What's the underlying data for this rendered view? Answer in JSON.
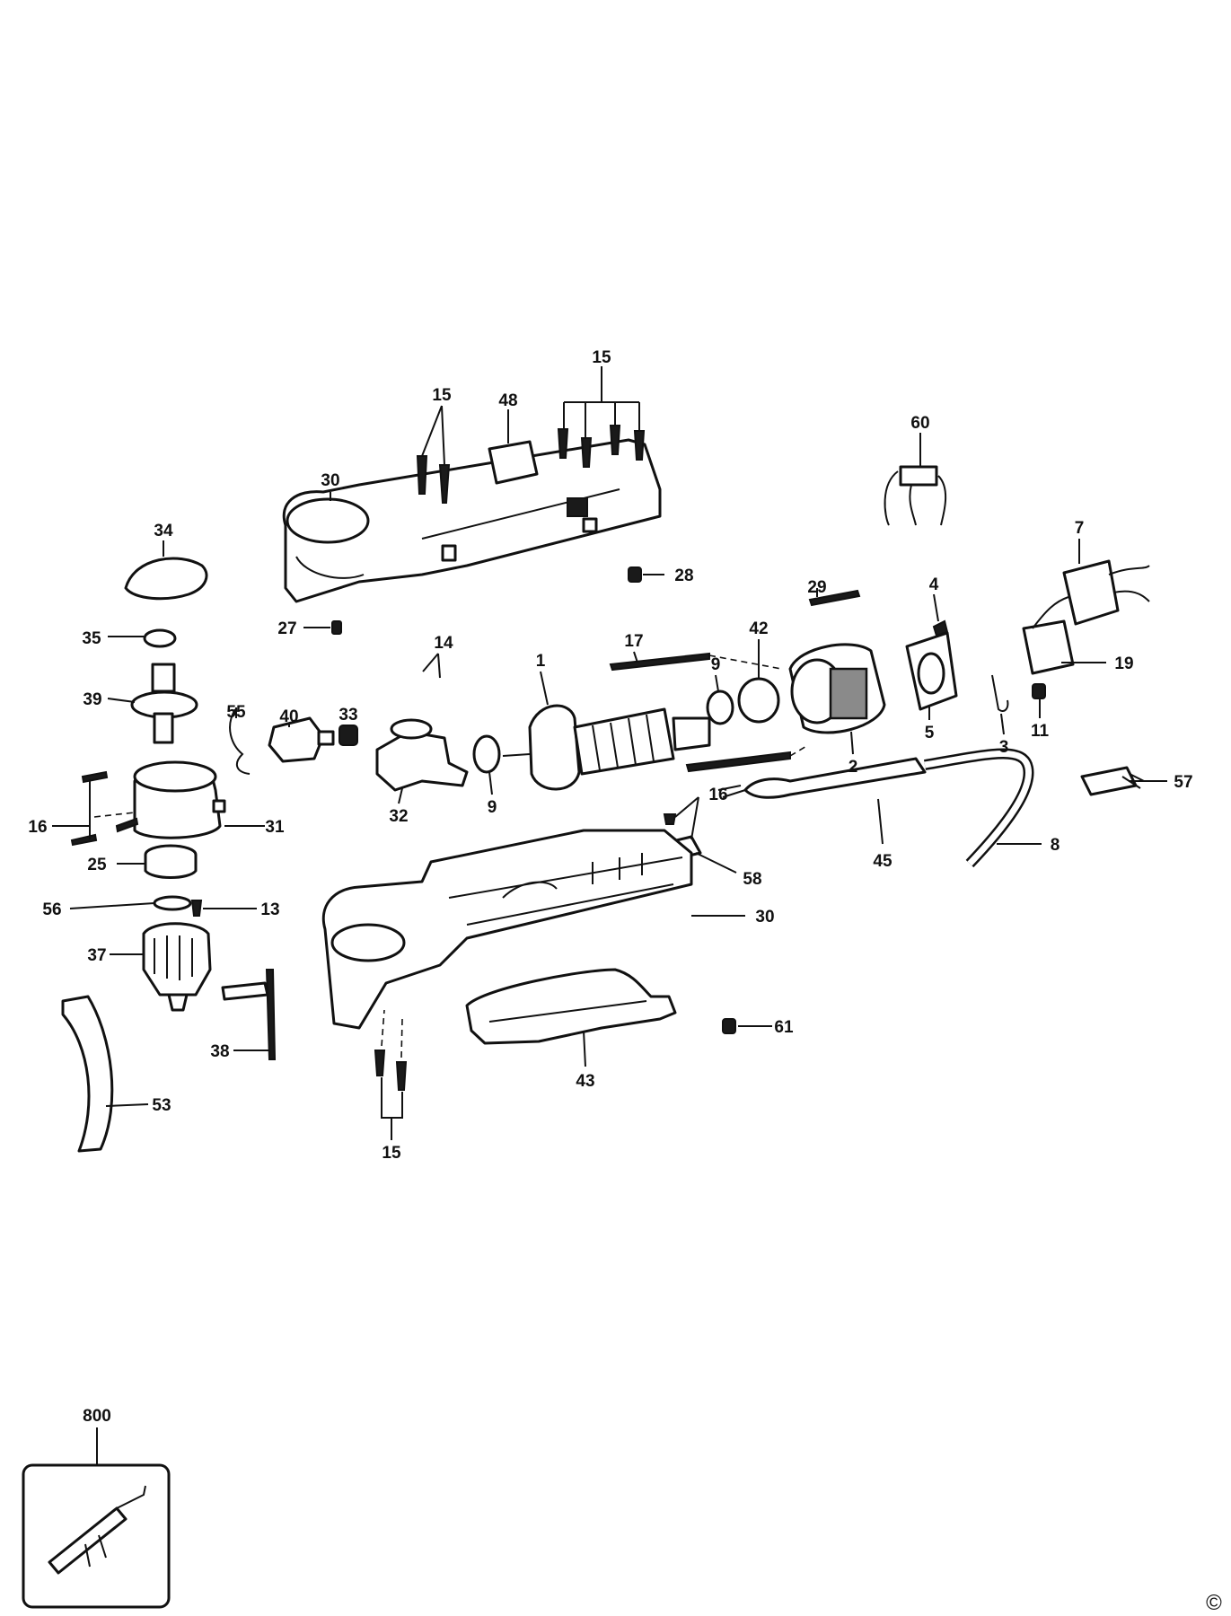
{
  "diagram": {
    "callouts": [
      {
        "id": "c15-top-right",
        "text": "15"
      },
      {
        "id": "c15-top-left",
        "text": "15"
      },
      {
        "id": "c48",
        "text": "48"
      },
      {
        "id": "c60",
        "text": "60"
      },
      {
        "id": "c30-top",
        "text": "30"
      },
      {
        "id": "c34",
        "text": "34"
      },
      {
        "id": "c7",
        "text": "7"
      },
      {
        "id": "c28",
        "text": "28"
      },
      {
        "id": "c29",
        "text": "29"
      },
      {
        "id": "c4",
        "text": "4"
      },
      {
        "id": "c27",
        "text": "27"
      },
      {
        "id": "c35",
        "text": "35"
      },
      {
        "id": "c14",
        "text": "14"
      },
      {
        "id": "c17",
        "text": "17"
      },
      {
        "id": "c42",
        "text": "42"
      },
      {
        "id": "c19",
        "text": "19"
      },
      {
        "id": "c1",
        "text": "1"
      },
      {
        "id": "c9-right",
        "text": "9"
      },
      {
        "id": "c39",
        "text": "39"
      },
      {
        "id": "c55",
        "text": "55"
      },
      {
        "id": "c40",
        "text": "40"
      },
      {
        "id": "c33",
        "text": "33"
      },
      {
        "id": "c5",
        "text": "5"
      },
      {
        "id": "c3",
        "text": "3"
      },
      {
        "id": "c11",
        "text": "11"
      },
      {
        "id": "c2",
        "text": "2"
      },
      {
        "id": "c9-left",
        "text": "9"
      },
      {
        "id": "c32",
        "text": "32"
      },
      {
        "id": "c16-right",
        "text": "16"
      },
      {
        "id": "c57",
        "text": "57"
      },
      {
        "id": "c16-left",
        "text": "16"
      },
      {
        "id": "c31",
        "text": "31"
      },
      {
        "id": "c8",
        "text": "8"
      },
      {
        "id": "c45",
        "text": "45"
      },
      {
        "id": "c58",
        "text": "58"
      },
      {
        "id": "c25",
        "text": "25"
      },
      {
        "id": "c13",
        "text": "13"
      },
      {
        "id": "c56",
        "text": "56"
      },
      {
        "id": "c30-bottom",
        "text": "30"
      },
      {
        "id": "c37",
        "text": "37"
      },
      {
        "id": "c61",
        "text": "61"
      },
      {
        "id": "c38",
        "text": "38"
      },
      {
        "id": "c43",
        "text": "43"
      },
      {
        "id": "c53",
        "text": "53"
      },
      {
        "id": "c15-bottom",
        "text": "15"
      },
      {
        "id": "c800",
        "text": "800"
      }
    ],
    "copyright": "©"
  }
}
